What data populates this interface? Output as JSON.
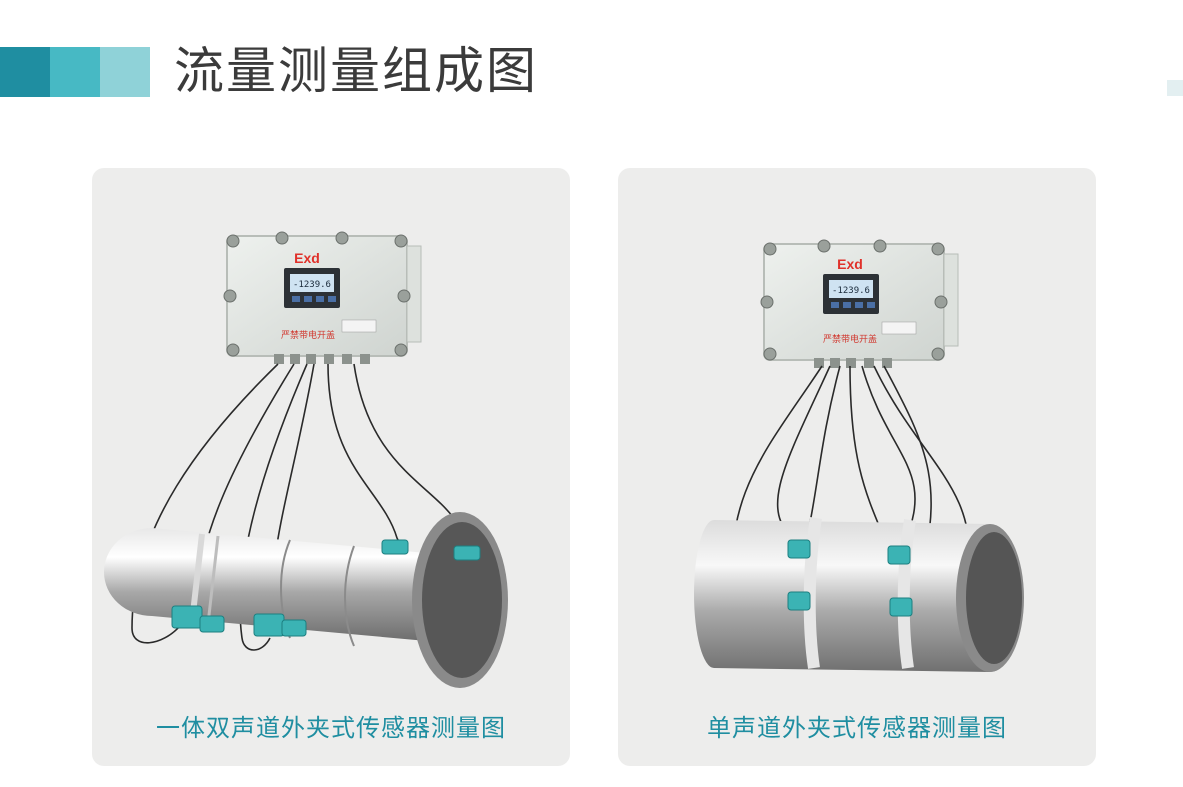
{
  "header": {
    "title": "流量测量组成图"
  },
  "panels": [
    {
      "caption": "一体双声道外夹式传感器测量图",
      "enclosure": {
        "logo_text": "Exd",
        "display_value": "-1239.6",
        "warning_label": "严禁带电开盖"
      }
    },
    {
      "caption": "单声道外夹式传感器测量图",
      "enclosure": {
        "logo_text": "Exd",
        "display_value": "-1239.6",
        "warning_label": "严禁带电开盖"
      }
    }
  ],
  "colors": {
    "accent_dark": "#1f8ea1",
    "accent_mid": "#47b9c4",
    "accent_light": "#8fd2d8",
    "sensor": "#3bb3b4"
  }
}
